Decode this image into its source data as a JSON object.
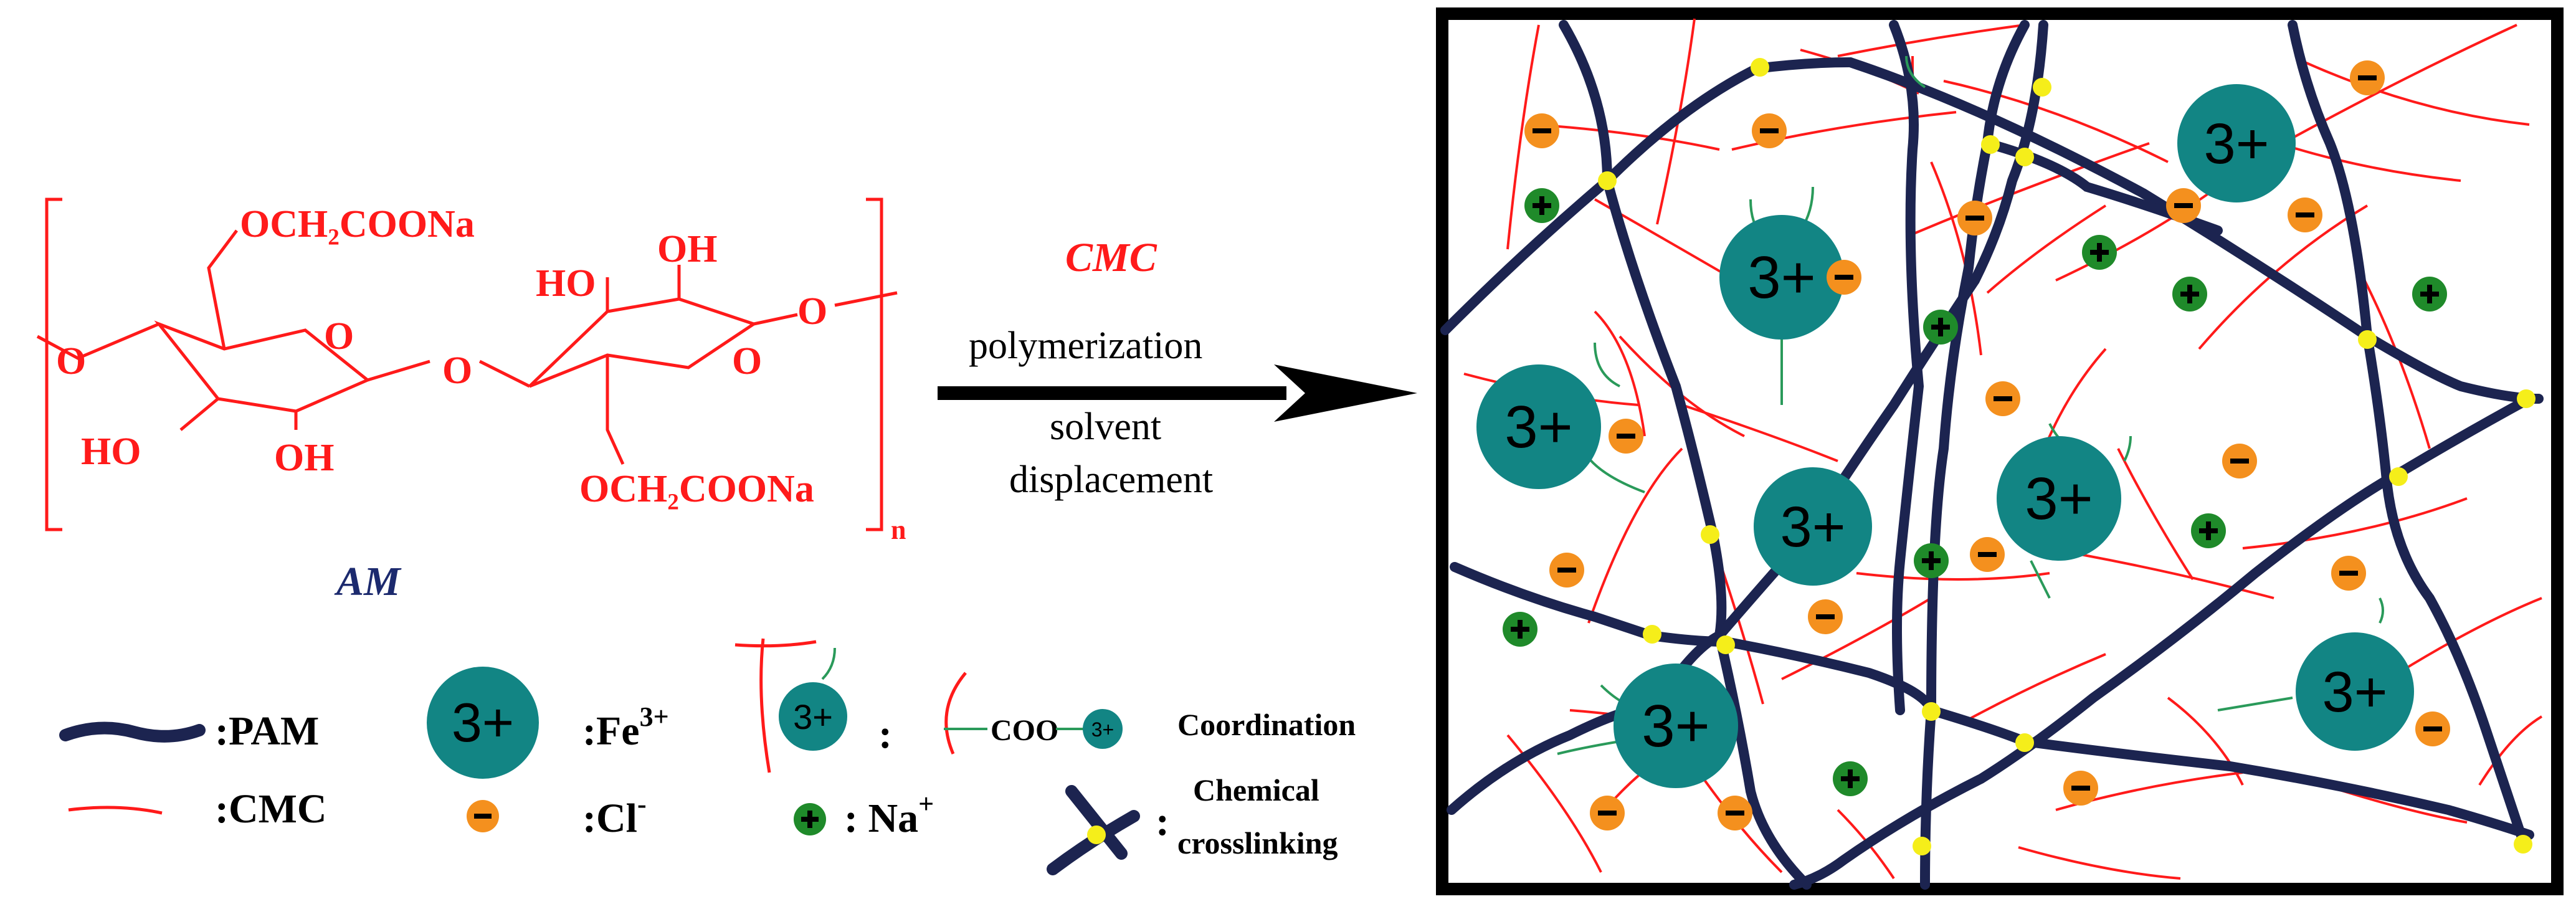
{
  "colors": {
    "cmc_red": "#ff1a1a",
    "pam_navy": "#1c2450",
    "fe_teal": "#128584",
    "coord_green": "#2a9a5a",
    "cl_orange": "#f4901e",
    "na_green": "#1f8a2a",
    "crosslink_yellow": "#f5ee1a",
    "label_navy": "#1c2a6e",
    "text_black": "#000000"
  },
  "structure": {
    "group_top": "OCH₂COONa",
    "group_bottom": "OCH₂COONa",
    "ring_o_left": "O",
    "ring_o_right": "O",
    "glycosidic_o": "O",
    "end_o_left": "O",
    "end_o_right": "O",
    "oh_right_top": "OH",
    "ho_right": "HO",
    "ho_left": "HO",
    "oh_left_bottom": "OH",
    "subscript_n": "n",
    "am_label": "AM"
  },
  "arrow": {
    "reagent": "CMC",
    "step1": "polymerization",
    "step2": "solvent",
    "step3": "displacement"
  },
  "legend": {
    "pam_label": ":PAM",
    "cmc_label": ":CMC",
    "fe_ion": "3+",
    "fe_label_prefix": ":Fe",
    "fe_label_sup": "3+",
    "cl_symbol": "−",
    "cl_label_prefix": ":Cl",
    "cl_label_sup": "-",
    "na_symbol": "+",
    "na_label_prefix": ": Na",
    "na_label_sup": "+",
    "coord_colon": ":",
    "coord_coo": "COO",
    "coord_ion": "3+",
    "coord_label": "Coordination",
    "xlink_colon": ":",
    "xlink_label_1": "Chemical",
    "xlink_label_2": "crosslinking"
  },
  "network": {
    "fe_ion_label": "3+",
    "cl_symbol": "−",
    "na_symbol": "+"
  }
}
